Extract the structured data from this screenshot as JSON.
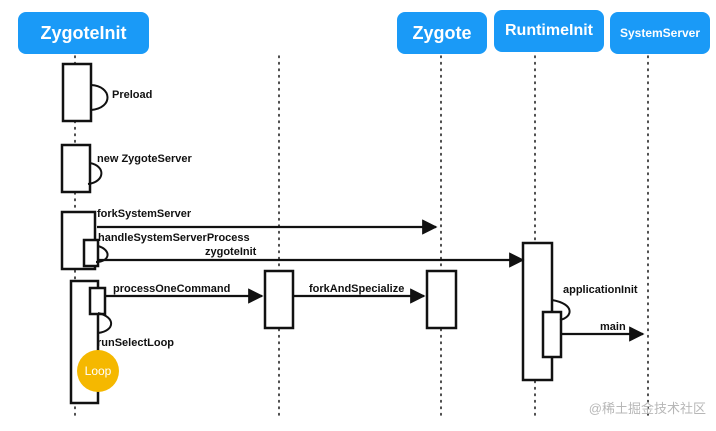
{
  "participants": [
    {
      "id": "zygoteinit",
      "label": "ZygoteInit"
    },
    {
      "id": "zygote",
      "label": "Zygote"
    },
    {
      "id": "runtimeinit",
      "label": "RuntimeInit"
    },
    {
      "id": "systemserver",
      "label": "SystemServer"
    }
  ],
  "messages": {
    "preload": "Preload",
    "new_zygote_server": "new ZygoteServer",
    "fork_system_server": "forkSystemServer",
    "handle_system_server_process": "handleSystemServerProcess",
    "zygote_init": "zygoteInit",
    "process_one_command": "processOneCommand",
    "fork_and_specialize": "forkAndSpecialize",
    "application_init": "applicationInit",
    "main": "main",
    "run_select_loop": "runSelectLoop"
  },
  "loop_badge": "Loop",
  "watermark": "@稀土掘金技术社区",
  "colors": {
    "header_bg": "#1a9af7",
    "loop_badge": "#f5b800"
  }
}
